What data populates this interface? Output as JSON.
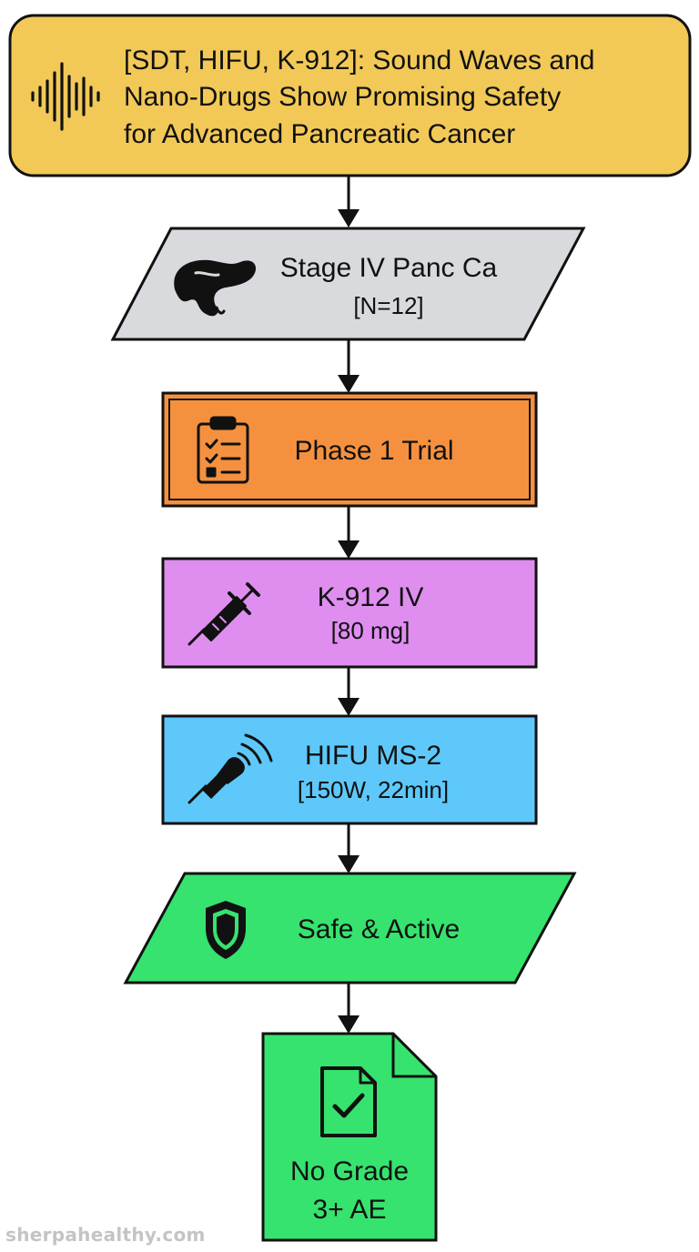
{
  "title_box": {
    "line1": "[SDT, HIFU, K-912]: Sound Waves and",
    "line2": "Nano-Drugs Show Promising Safety",
    "line3": "for Advanced Pancreatic Cancer",
    "icon": "sound-wave-icon",
    "color": "#f2c957"
  },
  "population": {
    "label": "Stage IV Panc Ca",
    "sublabel": "[N=12]",
    "icon": "pancreas-icon",
    "color": "#d8dadd"
  },
  "trial": {
    "label": "Phase 1 Trial",
    "icon": "clipboard-checklist-icon",
    "color": "#f5913e"
  },
  "drug": {
    "label": "K-912 IV",
    "sublabel": "[80 mg]",
    "icon": "syringe-icon",
    "color": "#df8ef0"
  },
  "device": {
    "label": "HIFU MS-2",
    "sublabel": "[150W, 22min]",
    "icon": "ultrasound-probe-icon",
    "color": "#5ec8fa"
  },
  "outcome": {
    "label": "Safe & Active",
    "icon": "shield-icon",
    "color": "#36e36e"
  },
  "result": {
    "line1": "No Grade",
    "line2": "3+ AE",
    "icon": "document-check-icon",
    "color": "#36e36e"
  },
  "watermark": "sherpahealthy.com"
}
